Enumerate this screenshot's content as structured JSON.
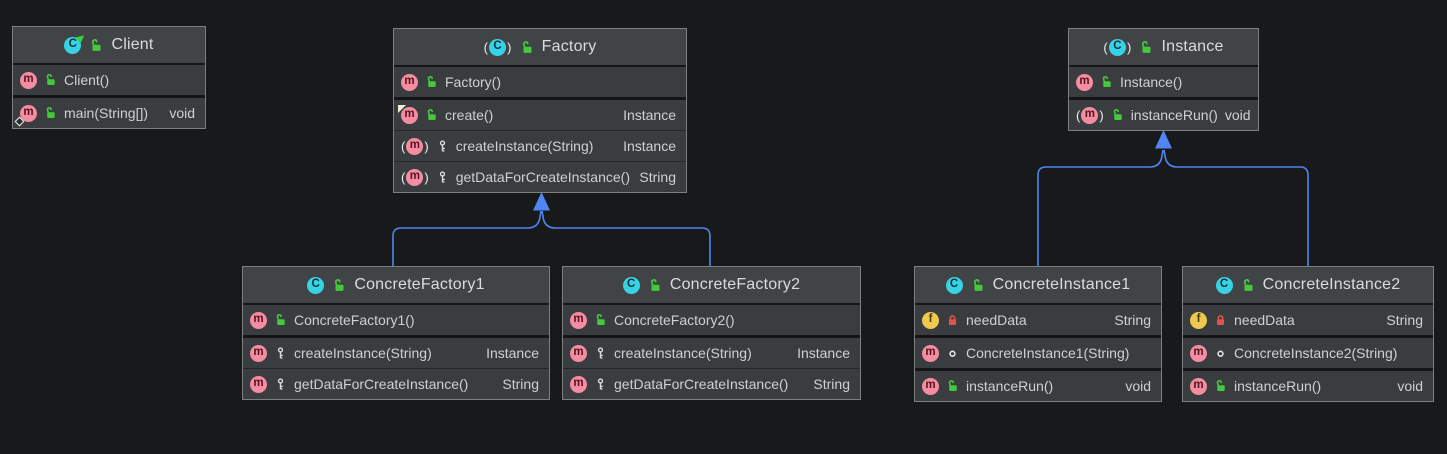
{
  "diagram": {
    "kind": "uml-class-diagram",
    "background_color": "#18191b",
    "node_fill": "#3a3d40",
    "node_header_fill": "#414447",
    "node_border_color": "#7d8082",
    "edge_color": "#4f86f2",
    "icon_colors": {
      "class": "#38d2e5",
      "method": "#f68ca0",
      "field": "#eec84f",
      "public_lock": "#44c93c",
      "private_lock": "#e0544e",
      "protected_key": "#dadde0",
      "package_ring": "#e2e4e6"
    }
  },
  "classes": [
    {
      "name": "Client",
      "kind": "class",
      "runnable": true,
      "members": [
        {
          "label": "Client()",
          "type": "",
          "kind": "constructor",
          "visibility": "public"
        },
        {
          "label": "main(String[])",
          "type": "void",
          "kind": "method",
          "visibility": "public",
          "badge": "entry-point"
        }
      ]
    },
    {
      "name": "Factory",
      "kind": "abstract-class",
      "members": [
        {
          "label": "Factory()",
          "type": "",
          "kind": "constructor",
          "visibility": "public"
        },
        {
          "label": "create()",
          "type": "Instance",
          "kind": "method",
          "visibility": "public",
          "badge": "wedge"
        },
        {
          "label": "createInstance(String)",
          "type": "Instance",
          "kind": "abstract-method",
          "visibility": "protected"
        },
        {
          "label": "getDataForCreateInstance()",
          "type": "String",
          "kind": "abstract-method",
          "visibility": "protected"
        }
      ]
    },
    {
      "name": "Instance",
      "kind": "abstract-class",
      "members": [
        {
          "label": "Instance()",
          "type": "",
          "kind": "constructor",
          "visibility": "public"
        },
        {
          "label": "instanceRun()",
          "type": "void",
          "kind": "abstract-method",
          "visibility": "public"
        }
      ]
    },
    {
      "name": "ConcreteFactory1",
      "kind": "class",
      "members": [
        {
          "label": "ConcreteFactory1()",
          "type": "",
          "kind": "constructor",
          "visibility": "public"
        },
        {
          "label": "createInstance(String)",
          "type": "Instance",
          "kind": "method",
          "visibility": "protected"
        },
        {
          "label": "getDataForCreateInstance()",
          "type": "String",
          "kind": "method",
          "visibility": "protected"
        }
      ]
    },
    {
      "name": "ConcreteFactory2",
      "kind": "class",
      "members": [
        {
          "label": "ConcreteFactory2()",
          "type": "",
          "kind": "constructor",
          "visibility": "public"
        },
        {
          "label": "createInstance(String)",
          "type": "Instance",
          "kind": "method",
          "visibility": "protected"
        },
        {
          "label": "getDataForCreateInstance()",
          "type": "String",
          "kind": "method",
          "visibility": "protected"
        }
      ]
    },
    {
      "name": "ConcreteInstance1",
      "kind": "class",
      "members": [
        {
          "label": "needData",
          "type": "String",
          "kind": "field",
          "visibility": "private"
        },
        {
          "label": "ConcreteInstance1(String)",
          "type": "",
          "kind": "constructor",
          "visibility": "package-private"
        },
        {
          "label": "instanceRun()",
          "type": "void",
          "kind": "method",
          "visibility": "public"
        }
      ]
    },
    {
      "name": "ConcreteInstance2",
      "kind": "class",
      "members": [
        {
          "label": "needData",
          "type": "String",
          "kind": "field",
          "visibility": "private"
        },
        {
          "label": "ConcreteInstance2(String)",
          "type": "",
          "kind": "constructor",
          "visibility": "package-private"
        },
        {
          "label": "instanceRun()",
          "type": "void",
          "kind": "method",
          "visibility": "public"
        }
      ]
    }
  ],
  "edges": [
    {
      "from": "ConcreteFactory1",
      "to": "Factory",
      "relation": "extends"
    },
    {
      "from": "ConcreteFactory2",
      "to": "Factory",
      "relation": "extends"
    },
    {
      "from": "ConcreteInstance1",
      "to": "Instance",
      "relation": "extends"
    },
    {
      "from": "ConcreteInstance2",
      "to": "Instance",
      "relation": "extends"
    }
  ]
}
